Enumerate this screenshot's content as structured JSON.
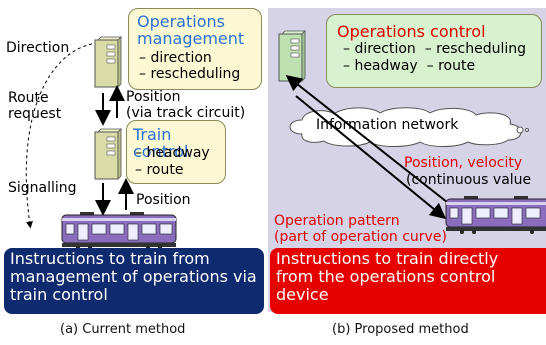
{
  "current": {
    "ops_box": {
      "title": "Operations management",
      "items": [
        "– direction",
        "– rescheduling"
      ]
    },
    "train_box": {
      "title": "Train control",
      "items": [
        "– headway",
        "– route"
      ]
    },
    "labels": {
      "direction": "Direction",
      "route_request": "Route\nrequest",
      "position_track": "Position\n(via track circuit)",
      "signalling": "Signalling",
      "position": "Position"
    },
    "banner": "Instructions to train from management of operations via train control",
    "caption": "(a) Current method"
  },
  "proposed": {
    "ops_box": {
      "title": "Operations control",
      "items": [
        "– direction  – rescheduling",
        "– headway  – route"
      ]
    },
    "network": "Information network",
    "position_velocity": "Position, velocity",
    "continuous": "(continuous value",
    "operation_pattern": "Operation pattern",
    "part_curve": "(part of operation curve)",
    "banner": "Instructions to train directly from the operations control device",
    "caption": "(b) Proposed method"
  },
  "colors": {
    "blue_title": "#2a73d2",
    "red_title": "#e10000",
    "dark_banner": "#0f2a6e",
    "red_banner": "#e60000",
    "panel_bg": "#d6d3e7",
    "yellow_box": "#fbf8d4",
    "green_box": "#d8f1cf"
  }
}
